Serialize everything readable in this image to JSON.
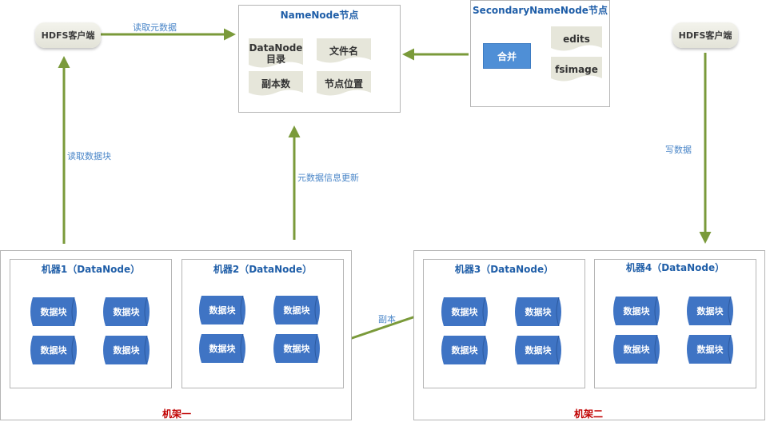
{
  "namenode": {
    "title": "NameNode节点",
    "items": [
      "DataNode\n目录",
      "文件名",
      "副本数",
      "节点位置"
    ]
  },
  "secondary": {
    "title": "SecondaryNameNode节点",
    "merge_label": "合并",
    "files": [
      "edits",
      "fsimage"
    ]
  },
  "clients": [
    "HDFS客户端",
    "HDFS客户端"
  ],
  "labels": {
    "read_metadata": "读取元数据",
    "read_block": "读取数据块",
    "metadata_update": "元数据信息更新",
    "write_data": "写数据",
    "replica": "副本"
  },
  "racks": [
    {
      "label": "机架一",
      "machines": [
        {
          "title": "机器1（DataNode）",
          "blocks": [
            "数据块",
            "数据块",
            "数据块",
            "数据块"
          ]
        },
        {
          "title": "机器2（DataNode）",
          "blocks": [
            "数据块",
            "数据块",
            "数据块",
            "数据块"
          ]
        }
      ]
    },
    {
      "label": "机架二",
      "machines": [
        {
          "title": "机器3（DataNode）",
          "blocks": [
            "数据块",
            "数据块",
            "数据块",
            "数据块"
          ]
        },
        {
          "title": "机器4（DataNode）",
          "blocks": [
            "数据块",
            "数据块",
            "数据块",
            "数据块"
          ]
        }
      ]
    }
  ],
  "colors": {
    "arrow": "#7a9a3a",
    "block_fill": "#3f74c4",
    "title_text": "#1f5ea8",
    "label_text": "#4a86c8",
    "rack_text": "#c00000"
  }
}
